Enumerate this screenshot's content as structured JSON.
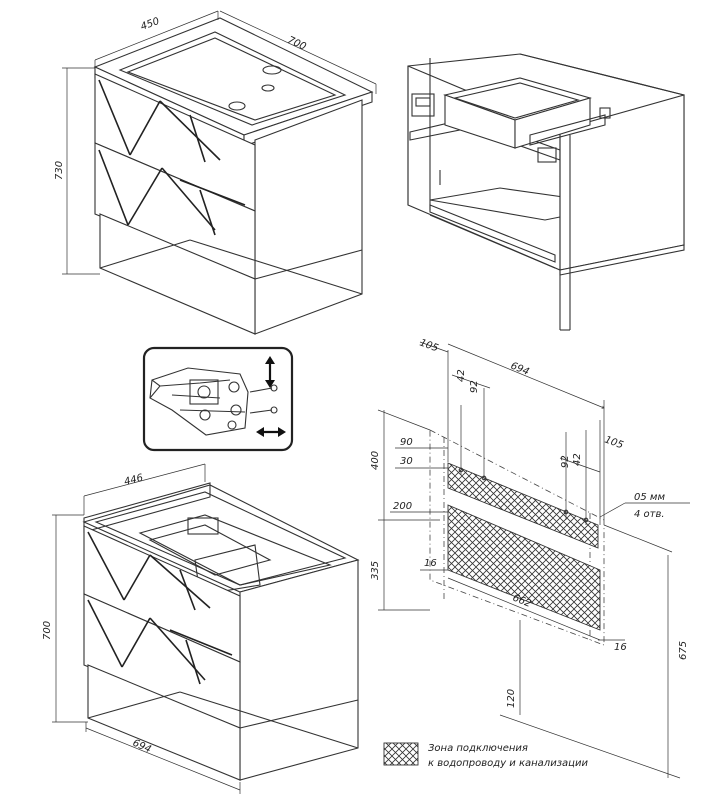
{
  "drawing_a": {
    "dim_depth": "450",
    "dim_width": "700",
    "dim_height": "730"
  },
  "drawing_c": {
    "dim_depth": "446",
    "dim_width": "694",
    "dim_height": "700"
  },
  "install_scheme": {
    "dim_105_left": "105",
    "dim_694": "694",
    "dim_42_left": "42",
    "dim_92_left": "92",
    "dim_92_right": "92",
    "dim_42_right": "42",
    "dim_105_right": "105",
    "dim_90": "90",
    "dim_30": "30",
    "dim_400": "400",
    "dim_200": "200",
    "dim_335": "335",
    "dim_16_left": "16",
    "dim_662": "662",
    "dim_16_right": "16",
    "dim_120": "120",
    "dim_675": "675",
    "hole_note_line1": "05 мм",
    "hole_note_line2": "4 отв."
  },
  "legend": {
    "line1": "Зона подключения",
    "line2": "к водопроводу и канализации"
  },
  "colors": {
    "line": "#333333",
    "background": "#ffffff"
  },
  "icons": {
    "vertical_adjust": "double-arrow-vertical-icon",
    "horizontal_adjust": "double-arrow-horizontal-icon"
  }
}
